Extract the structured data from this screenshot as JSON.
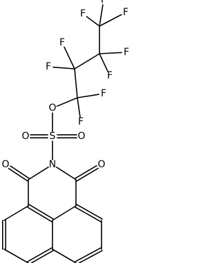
{
  "molecule": {
    "atoms": [
      {
        "id": "C1",
        "element": "C",
        "label": ""
      },
      {
        "id": "C2",
        "element": "C",
        "label": ""
      },
      {
        "id": "C3",
        "element": "C",
        "label": ""
      },
      {
        "id": "C4",
        "element": "C",
        "label": ""
      },
      {
        "id": "F1",
        "element": "F",
        "label": "F"
      },
      {
        "id": "F2",
        "element": "F",
        "label": "F"
      },
      {
        "id": "F3",
        "element": "F",
        "label": "F"
      },
      {
        "id": "F4",
        "element": "F",
        "label": "F"
      },
      {
        "id": "F5",
        "element": "F",
        "label": "F"
      },
      {
        "id": "F6",
        "element": "F",
        "label": "F"
      },
      {
        "id": "F7",
        "element": "F",
        "label": "F"
      },
      {
        "id": "F8",
        "element": "F",
        "label": "F"
      },
      {
        "id": "F9",
        "element": "F",
        "label": "F"
      },
      {
        "id": "O1",
        "element": "O",
        "label": "O"
      },
      {
        "id": "S1",
        "element": "S",
        "label": "S"
      },
      {
        "id": "O2",
        "element": "O",
        "label": "O"
      },
      {
        "id": "O3",
        "element": "O",
        "label": "O"
      },
      {
        "id": "N1",
        "element": "N",
        "label": "N"
      },
      {
        "id": "C5",
        "element": "C",
        "label": ""
      },
      {
        "id": "C6",
        "element": "C",
        "label": ""
      },
      {
        "id": "O4",
        "element": "O",
        "label": "O"
      },
      {
        "id": "O5",
        "element": "O",
        "label": "O"
      },
      {
        "id": "C7",
        "element": "C",
        "label": ""
      },
      {
        "id": "C8",
        "element": "C",
        "label": ""
      },
      {
        "id": "C9",
        "element": "C",
        "label": ""
      },
      {
        "id": "C10",
        "element": "C",
        "label": ""
      },
      {
        "id": "C11",
        "element": "C",
        "label": ""
      },
      {
        "id": "C12",
        "element": "C",
        "label": ""
      },
      {
        "id": "C13",
        "element": "C",
        "label": ""
      },
      {
        "id": "C14",
        "element": "C",
        "label": ""
      },
      {
        "id": "C15",
        "element": "C",
        "label": ""
      },
      {
        "id": "C16",
        "element": "C",
        "label": ""
      }
    ],
    "bonds": [
      {
        "from": "C1",
        "to": "C2",
        "order": 1
      },
      {
        "from": "C2",
        "to": "C3",
        "order": 1
      },
      {
        "from": "C3",
        "to": "C4",
        "order": 1
      },
      {
        "from": "C1",
        "to": "F1",
        "order": 1
      },
      {
        "from": "C1",
        "to": "F2",
        "order": 1
      },
      {
        "from": "C1",
        "to": "F3",
        "order": 1
      },
      {
        "from": "C2",
        "to": "F4",
        "order": 1
      },
      {
        "from": "C2",
        "to": "F5",
        "order": 1
      },
      {
        "from": "C3",
        "to": "F6",
        "order": 1
      },
      {
        "from": "C3",
        "to": "F7",
        "order": 1
      },
      {
        "from": "C4",
        "to": "F8",
        "order": 1
      },
      {
        "from": "C4",
        "to": "F9",
        "order": 1
      },
      {
        "from": "C4",
        "to": "O1",
        "order": 1
      },
      {
        "from": "O1",
        "to": "S1",
        "order": 1
      },
      {
        "from": "S1",
        "to": "O2",
        "order": 2
      },
      {
        "from": "S1",
        "to": "O3",
        "order": 2
      },
      {
        "from": "S1",
        "to": "N1",
        "order": 1
      },
      {
        "from": "N1",
        "to": "C5",
        "order": 1
      },
      {
        "from": "N1",
        "to": "C6",
        "order": 1
      },
      {
        "from": "C5",
        "to": "O4",
        "order": 2
      },
      {
        "from": "C6",
        "to": "O5",
        "order": 2
      },
      {
        "from": "C5",
        "to": "C7",
        "order": 1
      },
      {
        "from": "C6",
        "to": "C8",
        "order": 1
      },
      {
        "from": "C7",
        "to": "C9",
        "order": 2
      },
      {
        "from": "C9",
        "to": "C8",
        "order": 1
      },
      {
        "from": "C7",
        "to": "C10",
        "order": 1
      },
      {
        "from": "C10",
        "to": "C11",
        "order": 2
      },
      {
        "from": "C11",
        "to": "C12",
        "order": 1
      },
      {
        "from": "C12",
        "to": "C13",
        "order": 2
      },
      {
        "from": "C13",
        "to": "C9",
        "order": 1
      },
      {
        "from": "C8",
        "to": "C14",
        "order": 2
      },
      {
        "from": "C14",
        "to": "C15",
        "order": 1
      },
      {
        "from": "C15",
        "to": "C16",
        "order": 2
      },
      {
        "from": "C16",
        "to": "C13",
        "order": 1
      }
    ]
  }
}
